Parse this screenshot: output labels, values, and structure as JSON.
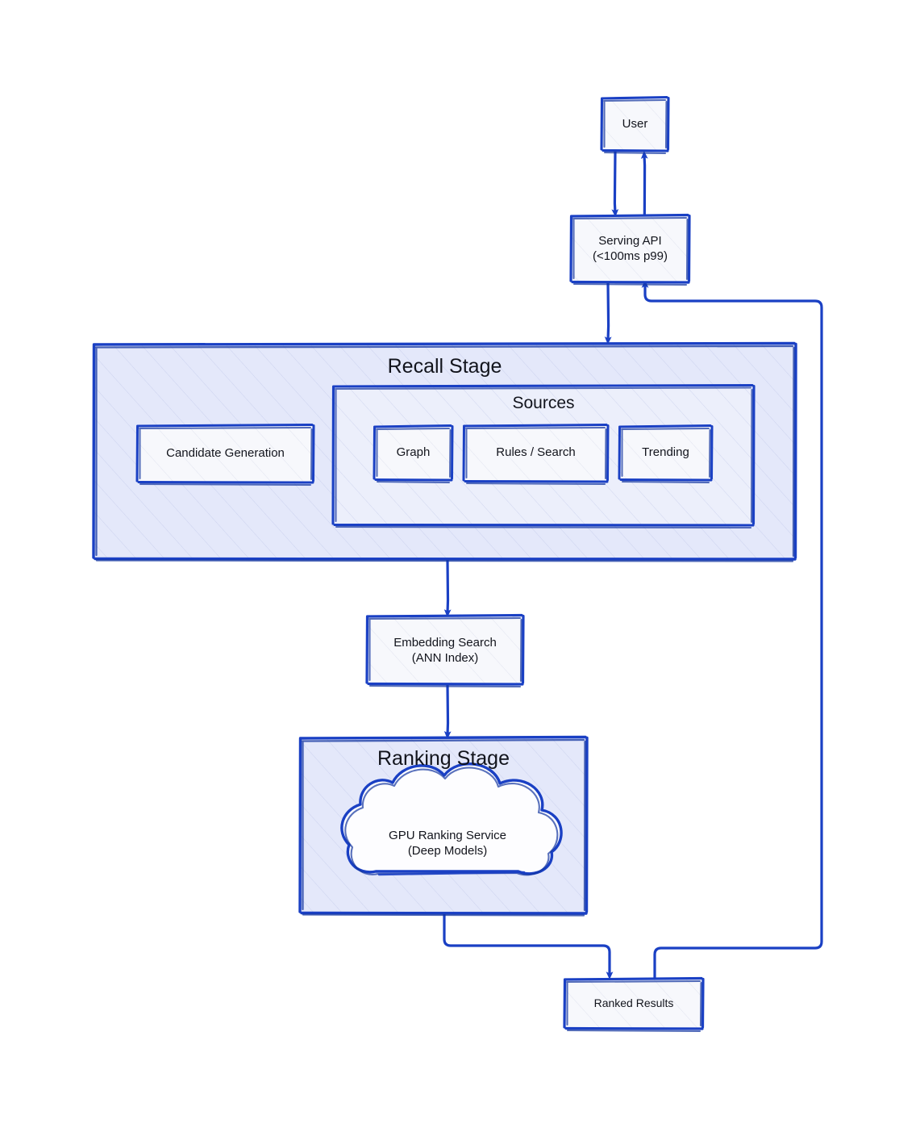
{
  "diagram": {
    "type": "architecture-flowchart",
    "style": "hand-drawn-sketch",
    "colors": {
      "stroke": "#1a40c4",
      "stroke_dark": "#12349f",
      "container_fill": "#e4e8fa",
      "node_fill": "#f7f8fc",
      "cloud_fill": "#fdfdff",
      "text": "#12141c",
      "background": "#ffffff"
    },
    "nodes": {
      "user": {
        "label": "User",
        "shape": "rect"
      },
      "serving_api": {
        "label": "Serving API\n(<100ms p99)",
        "shape": "rect"
      },
      "recall_stage": {
        "label": "Recall Stage",
        "shape": "container"
      },
      "sources": {
        "label": "Sources",
        "shape": "container"
      },
      "candidate_generation": {
        "label": "Candidate Generation",
        "shape": "rect"
      },
      "graph": {
        "label": "Graph",
        "shape": "rect"
      },
      "rules_search": {
        "label": "Rules / Search",
        "shape": "rect"
      },
      "trending": {
        "label": "Trending",
        "shape": "rect"
      },
      "embedding_search": {
        "label": "Embedding Search\n(ANN Index)",
        "shape": "rect"
      },
      "ranking_stage": {
        "label": "Ranking Stage",
        "shape": "container"
      },
      "gpu_ranking_service": {
        "label": "GPU Ranking Service\n(Deep Models)",
        "shape": "cloud"
      },
      "ranked_results": {
        "label": "Ranked Results",
        "shape": "rect"
      }
    },
    "edges": [
      {
        "from": "user",
        "to": "serving_api",
        "arrow": "down"
      },
      {
        "from": "serving_api",
        "to": "user",
        "arrow": "up"
      },
      {
        "from": "serving_api",
        "to": "recall_stage",
        "arrow": "down"
      },
      {
        "from": "recall_stage",
        "to": "embedding_search",
        "arrow": "down"
      },
      {
        "from": "embedding_search",
        "to": "ranking_stage",
        "arrow": "down"
      },
      {
        "from": "ranking_stage",
        "to": "ranked_results",
        "arrow": "down"
      },
      {
        "from": "ranked_results",
        "to": "serving_api",
        "arrow": "up"
      }
    ]
  }
}
